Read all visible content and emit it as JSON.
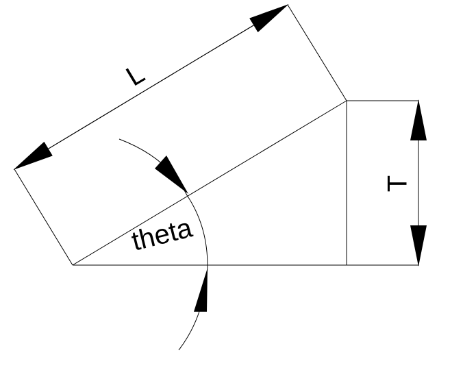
{
  "diagram": {
    "labels": {
      "length": "L",
      "thickness": "T",
      "angle": "theta"
    },
    "colors": {
      "stroke": "#000000",
      "background": "#ffffff"
    }
  }
}
